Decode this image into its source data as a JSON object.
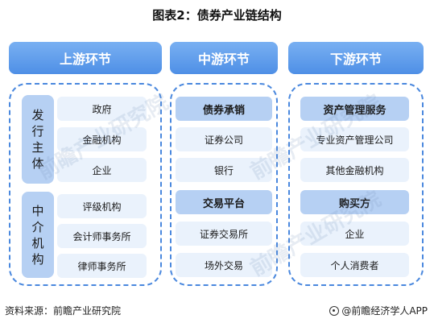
{
  "title": "图表2：债券产业链结构",
  "columns": {
    "upstream": {
      "header": "上游环节",
      "groups": [
        {
          "label": "发行主体",
          "items": [
            "政府",
            "金融机构",
            "企业"
          ]
        },
        {
          "label": "中介机构",
          "items": [
            "评级机构",
            "会计师事务所",
            "律师事务所"
          ]
        }
      ]
    },
    "midstream": {
      "header": "中游环节",
      "sections": [
        {
          "label": "债券承销",
          "items": [
            "证券公司",
            "银行"
          ]
        },
        {
          "label": "交易平台",
          "items": [
            "证券交易所",
            "场外交易"
          ]
        }
      ]
    },
    "downstream": {
      "header": "下游环节",
      "sections": [
        {
          "label": "资产管理服务",
          "items": [
            "专业资产管理公司",
            "其他金融机构"
          ]
        },
        {
          "label": "购买方",
          "items": [
            "企业",
            "个人消费者"
          ]
        }
      ]
    }
  },
  "footer": {
    "source": "资料来源：前瞻产业研究院",
    "brand": "@前瞻经济学人APP"
  },
  "watermark": "前瞻产业研究院"
}
